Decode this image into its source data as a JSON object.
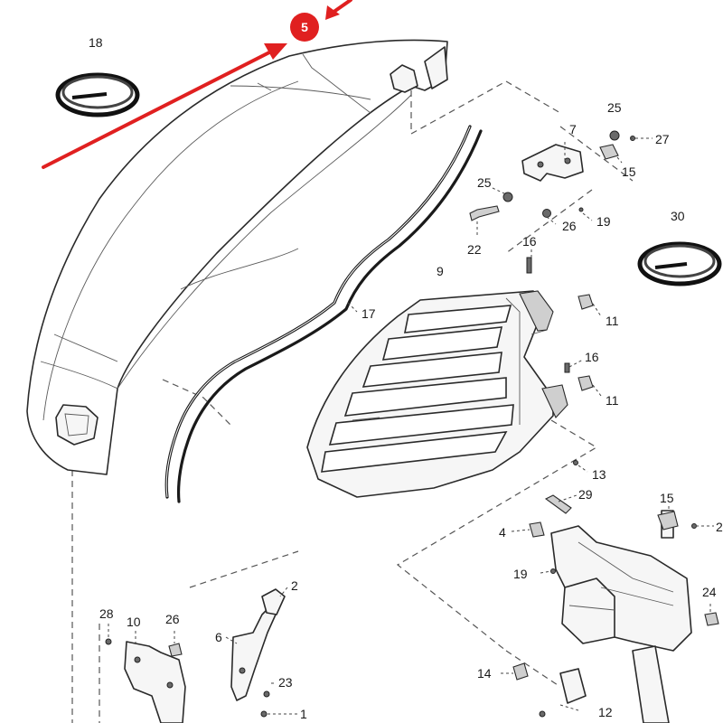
{
  "highlight": {
    "label": "5",
    "color": "#e02020"
  },
  "callouts": {
    "n1": "1",
    "n2": "2",
    "n4": "4",
    "n6": "6",
    "n7": "7",
    "n9": "9",
    "n10": "10",
    "n11a": "11",
    "n11b": "11",
    "n12": "12",
    "n13": "13",
    "n14": "14",
    "n15a": "15",
    "n15b": "15",
    "n16a": "16",
    "n16b": "16",
    "n17": "17",
    "n18": "18",
    "n19a": "19",
    "n19b": "19",
    "n22": "22",
    "n23": "23",
    "n24": "24",
    "n25a": "25",
    "n25b": "25",
    "n26a": "26",
    "n26b": "26",
    "n27": "27",
    "n28": "28",
    "n29": "29",
    "n30": "30",
    "n2cut": "2"
  }
}
